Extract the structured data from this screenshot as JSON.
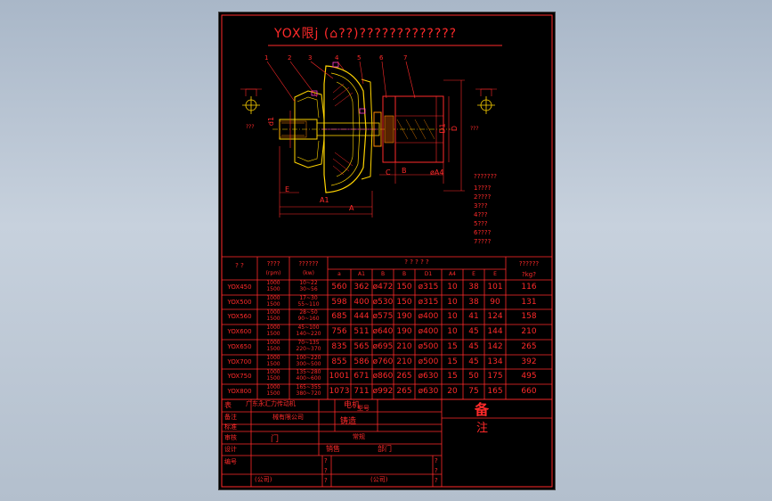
{
  "title": "YOX限j (⌂??)?????????????",
  "drawing": {
    "part_numbers": [
      "1",
      "2",
      "3",
      "4",
      "5",
      "6",
      "7"
    ],
    "dim_labels": {
      "d1": "d1",
      "D1": "D1",
      "D": "D",
      "B": "B",
      "C": "C",
      "E": "E",
      "A": "A",
      "A1": "A1",
      "A4": "A4",
      "qmark": "???"
    },
    "parts_legend": [
      "???????",
      "1????",
      "2????",
      "3???",
      "4???",
      "5???",
      "6????",
      "7????"
    ]
  },
  "table": {
    "header_row1": [
      "?  ?",
      "????",
      "??????",
      "? ? ? ? ?",
      "??????"
    ],
    "header_row2": [
      "?  ?",
      "(rpm)",
      "(kw)",
      "a",
      "A1",
      "B",
      "B",
      "D1",
      "A4",
      "E",
      "E",
      "?kg?"
    ],
    "rows": [
      {
        "model": "YOX450",
        "speed": [
          "1000",
          "1500"
        ],
        "power": [
          "10~22",
          "30~56"
        ],
        "vals": [
          "560",
          "362",
          "ø472",
          "150",
          "ø315",
          "10",
          "38",
          "101",
          "116"
        ]
      },
      {
        "model": "YOX500",
        "speed": [
          "1000",
          "1500"
        ],
        "power": [
          "17~30",
          "55~110"
        ],
        "vals": [
          "598",
          "400",
          "ø530",
          "150",
          "ø315",
          "10",
          "38",
          "90",
          "131"
        ]
      },
      {
        "model": "YOX560",
        "speed": [
          "1000",
          "1500"
        ],
        "power": [
          "28~50",
          "90~160"
        ],
        "vals": [
          "685",
          "444",
          "ø575",
          "190",
          "ø400",
          "10",
          "41",
          "124",
          "158"
        ]
      },
      {
        "model": "YOX600",
        "speed": [
          "1000",
          "1500"
        ],
        "power": [
          "45~100",
          "140~220"
        ],
        "vals": [
          "756",
          "511",
          "ø640",
          "190",
          "ø400",
          "10",
          "45",
          "144",
          "210"
        ]
      },
      {
        "model": "YOX650",
        "speed": [
          "1000",
          "1500"
        ],
        "power": [
          "70~135",
          "220~370"
        ],
        "vals": [
          "835",
          "565",
          "ø695",
          "210",
          "ø500",
          "15",
          "45",
          "142",
          "265"
        ]
      },
      {
        "model": "YOX700",
        "speed": [
          "1000",
          "1500"
        ],
        "power": [
          "100~220",
          "300~500"
        ],
        "vals": [
          "855",
          "586",
          "ø760",
          "210",
          "ø500",
          "15",
          "45",
          "134",
          "392"
        ]
      },
      {
        "model": "YOX750",
        "speed": [
          "1000",
          "1500"
        ],
        "power": [
          "135~280",
          "400~600"
        ],
        "vals": [
          "1001",
          "671",
          "ø860",
          "265",
          "ø630",
          "15",
          "50",
          "175",
          "495"
        ]
      },
      {
        "model": "YOX800",
        "speed": [
          "1000",
          "1500"
        ],
        "power": [
          "165~355",
          "380~720"
        ],
        "vals": [
          "1073",
          "711",
          "ø992",
          "265",
          "ø630",
          "20",
          "75",
          "165",
          "660"
        ]
      }
    ]
  },
  "title_block": {
    "company": "广东永汇力传动机",
    "company2": "械有限公司",
    "l1": "表",
    "l2": "备注",
    "l3": "标准",
    "l4": "审核",
    "l5": "设计",
    "l6": "编号",
    "mid1": "电机",
    "mid2": "型号",
    "mid3": "铸造",
    "mid4": "常规",
    "mid5": "门",
    "mid6": "部门",
    "mid7": "销售",
    "remark1": "备",
    "remark2": "注",
    "foot1": "(公司)",
    "foot2": "(公司)",
    "q": "?"
  }
}
